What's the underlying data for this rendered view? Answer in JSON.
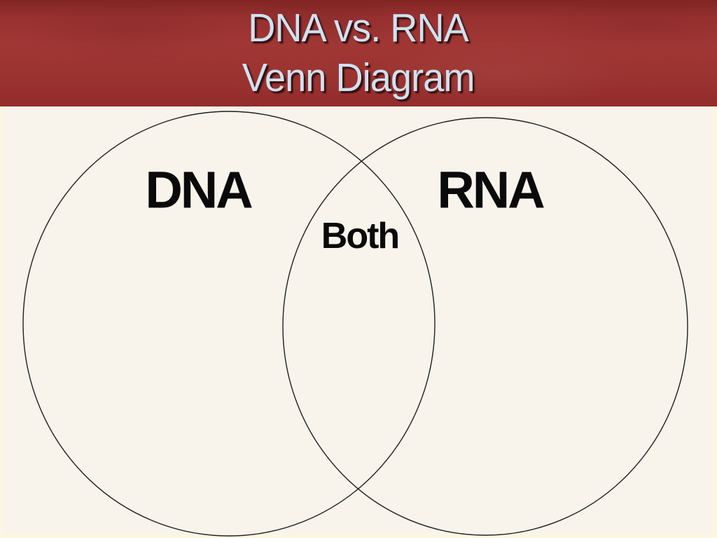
{
  "header": {
    "title_line1": "DNA vs. RNA",
    "title_line2": "Venn Diagram",
    "background_color": "#9b3331",
    "text_color": "#cfe1ef"
  },
  "venn": {
    "left_label": "DNA",
    "right_label": "RNA",
    "overlap_label": "Both",
    "circle_stroke_color": "#1f1f1f",
    "label_color": "#0a0a0a"
  },
  "canvas": {
    "background_color": "#f9f4eb",
    "edge_trim_color": "#fbf7e0"
  }
}
